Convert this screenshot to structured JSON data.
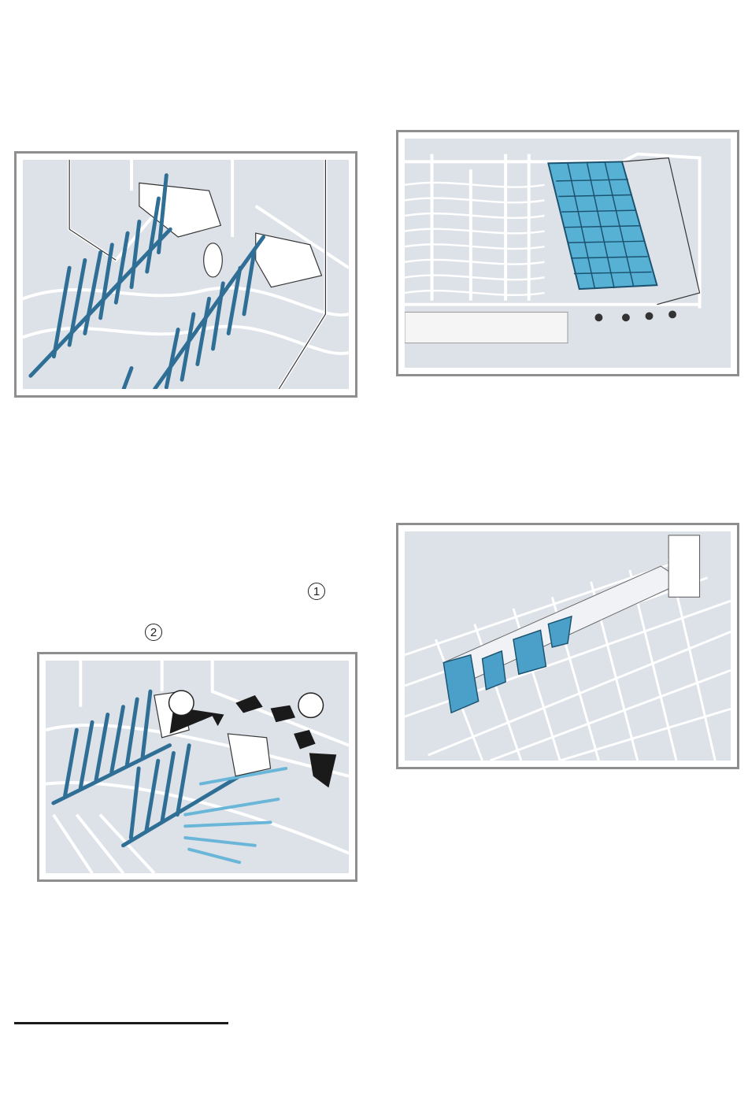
{
  "callouts": {
    "first": "1",
    "second": "2"
  },
  "figures": [
    {
      "id": "fig-rack-tines-upright",
      "colors": {
        "tine": "#2f6f96",
        "frame": "#ffffff",
        "bg": "#dde1e8"
      }
    },
    {
      "id": "fig-cutlery-basket",
      "colors": {
        "basket": "#56b1d4",
        "rack": "#ffffff",
        "bg": "#dde1e8"
      }
    },
    {
      "id": "fig-fold-tines-steps",
      "callouts": [
        "1",
        "2"
      ],
      "colors": {
        "arrow": "#1a1a1a",
        "tine": "#2f6f96"
      }
    },
    {
      "id": "fig-clips",
      "colors": {
        "clip": "#4aa0c8",
        "bg": "#dde1e8"
      }
    }
  ]
}
